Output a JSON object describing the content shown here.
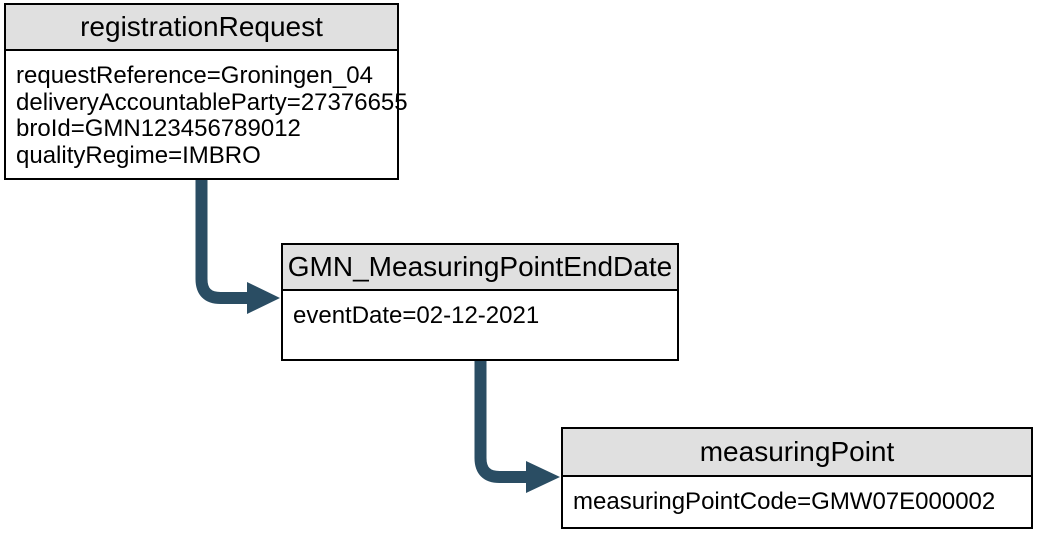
{
  "theme": {
    "background": "#ffffff",
    "node_border": "#000000",
    "header_fill": "#e0e0e0",
    "body_fill": "#ffffff",
    "text_color": "#000000",
    "edge_color": "#2a4d63"
  },
  "diagram": {
    "nodes": [
      {
        "title": "registrationRequest",
        "attributes": [
          "requestReference=Groningen_04",
          "deliveryAccountableParty=27376655",
          "broId=GMN123456789012",
          "qualityRegime=IMBRO"
        ]
      },
      {
        "title": "GMN_MeasuringPointEndDate",
        "attributes": [
          "eventDate=02-12-2021"
        ]
      },
      {
        "title": "measuringPoint",
        "attributes": [
          "measuringPointCode=GMW07E000002"
        ]
      }
    ],
    "edges": [
      {
        "from": "registrationRequest",
        "to": "GMN_MeasuringPointEndDate"
      },
      {
        "from": "GMN_MeasuringPointEndDate",
        "to": "measuringPoint"
      }
    ]
  }
}
